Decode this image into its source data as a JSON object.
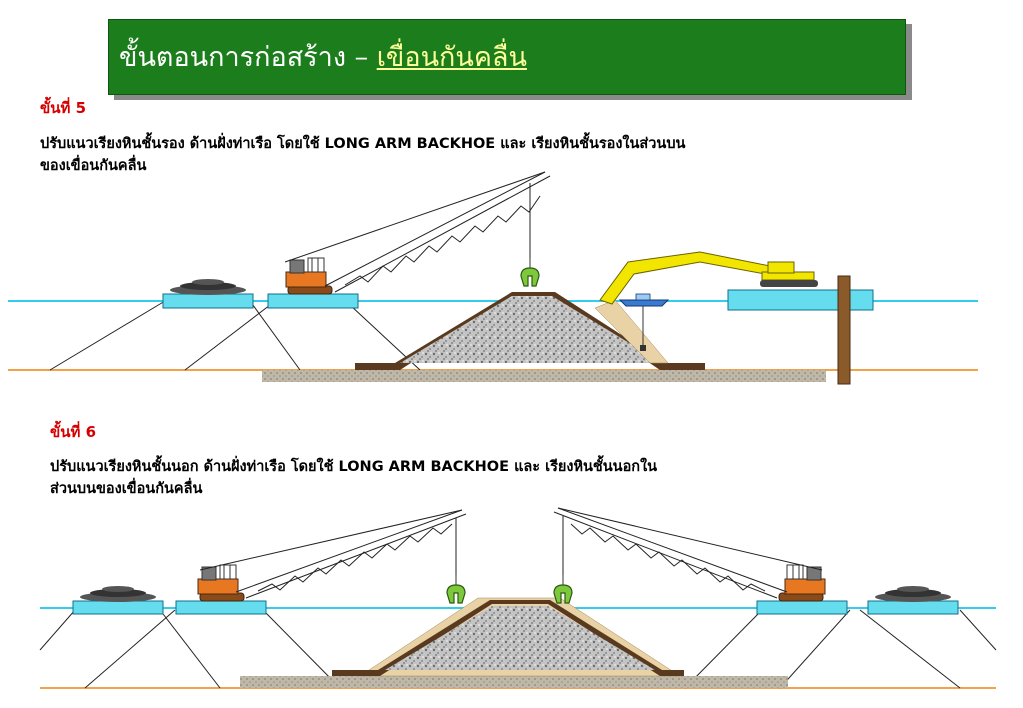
{
  "title": {
    "prefix": "ขั้นตอนการก่อสร้าง – ",
    "underlined": "เขื่อนกันคลื่น"
  },
  "steps": [
    {
      "label": "ขั้นที่ 5",
      "line1": "ปรับแนวเรียงหินชั้นรอง ด้านฝั่งท่าเรือ โดยใช้ LONG ARM BACKHOE และ เรียงหินชั้นรองในส่วนบน",
      "line2": "ของเขื่อนกันคลื่น"
    },
    {
      "label": "ขั้นที่ 6",
      "line1": "ปรับแนวเรียงหินชั้นนอก ด้านฝั่งท่าเรือ โดยใช้ LONG ARM BACKHOE และ เรียงหินชั้นนอกใน",
      "line2": "ส่วนบนของเขื่อนกันคลื่น"
    }
  ],
  "colors": {
    "title_bg": "#1b7d1b",
    "step_label": "#d40000",
    "water_line": "#33ccee",
    "seabed_line": "#f4a24a",
    "barge": "#66ddee",
    "crane_body": "#e87722",
    "backhoe": "#f2e600",
    "core_rock": "#b8b8b8",
    "under_layer": "#5a3a1e",
    "armor_layer": "#e8d2a6",
    "pile": "#8b5a2b"
  },
  "icons": [
    "crawler-crane-icon",
    "clamshell-grab-icon",
    "long-arm-backhoe-icon",
    "tugboat-icon",
    "rock-pile-icon"
  ]
}
